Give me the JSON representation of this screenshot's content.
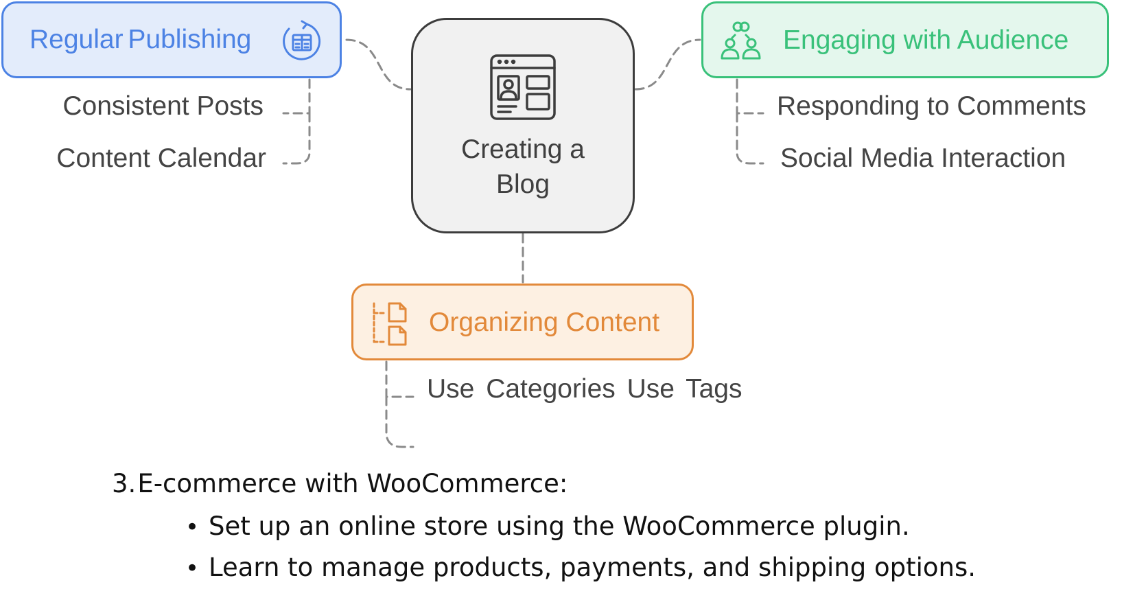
{
  "diagram": {
    "center": {
      "label": "Creating a Blog",
      "icon": "blog-layout-icon"
    },
    "branches": [
      {
        "label": "Regular Publishing",
        "icon": "calendar-refresh-icon",
        "color": "#4c82e4",
        "children": [
          "Consistent Posts",
          "Content Calendar"
        ]
      },
      {
        "label": "Engaging with Audience",
        "icon": "people-link-icon",
        "color": "#39c17a",
        "children": [
          "Responding to Comments",
          "Social Media Interaction"
        ]
      },
      {
        "label": "Organizing Content",
        "icon": "file-tree-icon",
        "color": "#e2893a",
        "children": [
          "Use Categories Use Tags"
        ]
      }
    ]
  },
  "document": {
    "heading_number": "3.",
    "heading": "E-commerce with WooCommerce:",
    "bullets": [
      "Set up an online store using the WooCommerce plugin.",
      "Learn to manage products, payments, and shipping options."
    ]
  }
}
